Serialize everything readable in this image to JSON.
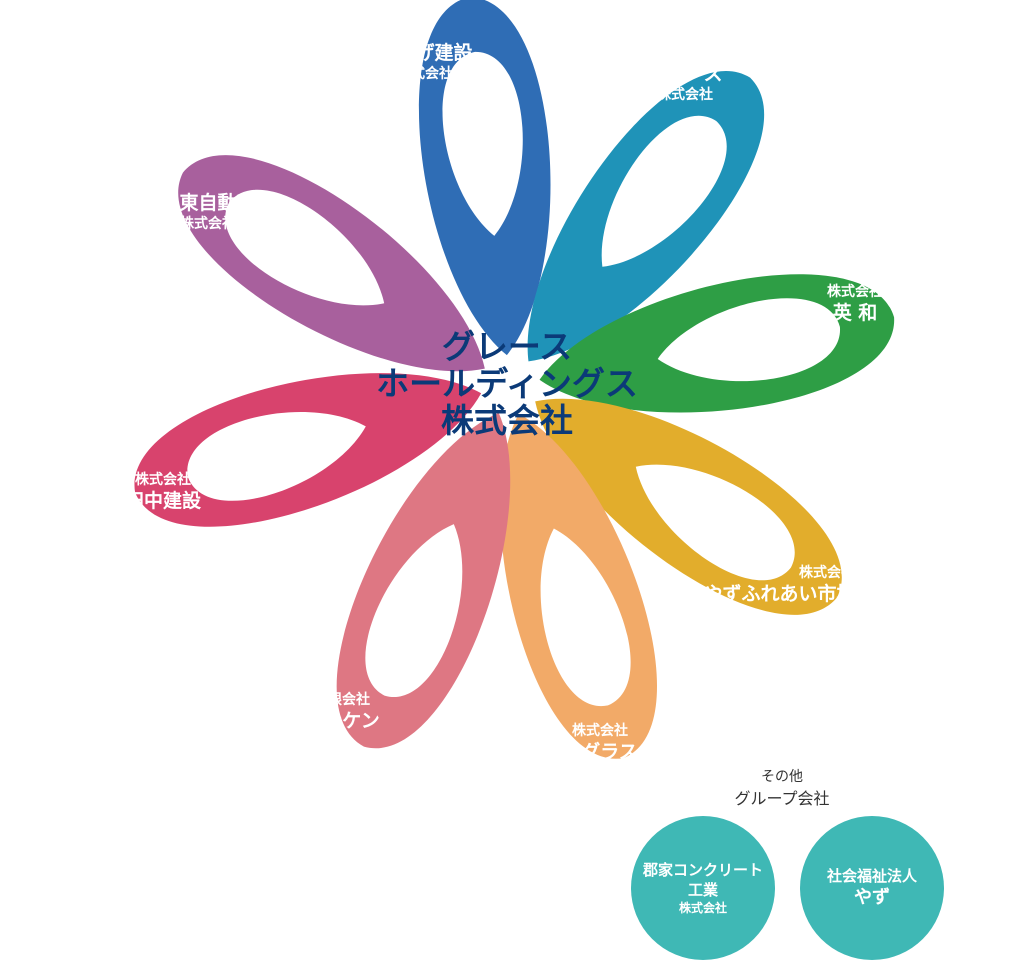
{
  "center": {
    "line1": "グレース",
    "line2": "ホールディングス",
    "line3": "株式会社"
  },
  "petals": [
    {
      "line1": "こおげ建設",
      "line2": "株式会社",
      "color": "#2f6db5"
    },
    {
      "line1": "グレース",
      "line2": "株式会社",
      "color": "#1f93b8"
    },
    {
      "line1": "株式会社",
      "line2": "英 和",
      "color": "#2e9e45"
    },
    {
      "line1": "株式会社",
      "line2": "やずふれあい市場",
      "color": "#e2ad2c"
    },
    {
      "line1": "株式会社",
      "line2": "リグラス",
      "color": "#f2aa68"
    },
    {
      "line1": "有限会社",
      "line2": "サンケン",
      "color": "#de7783"
    },
    {
      "line1": "株式会社",
      "line2": "田中建設",
      "color": "#d8436d"
    },
    {
      "line1": "八東自動車",
      "line2": "株式会社",
      "color": "#a8609d"
    }
  ],
  "other": {
    "caption_line1": "その他",
    "caption_line2": "グループ会社",
    "circle_color": "#3fb8b5",
    "companies": [
      {
        "line1": "郡家コンクリート",
        "line2": "工業",
        "line3": "株式会社"
      },
      {
        "line1": "社会福祉法人",
        "line2": "やず"
      }
    ]
  }
}
